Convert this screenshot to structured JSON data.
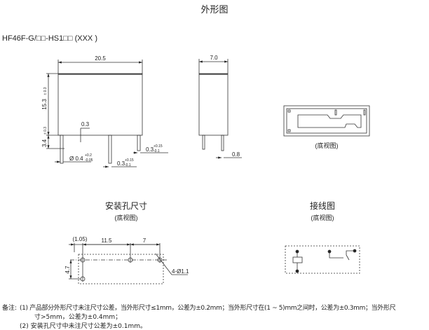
{
  "title": "外形图",
  "part_number": "HF46F-G/□□-HS1□□ (XXX )",
  "outline": {
    "width_dim": "20.5",
    "height_dim": "15.3",
    "height_tol": "± 0.3",
    "pin_length_dim": "3.4",
    "pin_length_tol": "± 0.3",
    "standoff_dim": "0.3",
    "pin_dia": "Ø 0.4",
    "pin_dia_tol_up": "+0.2",
    "pin_dia_tol_dn": "-0.05",
    "pin_thk_mid": "0.3",
    "pin_thk_right": "0.3",
    "pin_thk_tol_up": "+0.15",
    "pin_thk_tol_dn": "-0.1",
    "side_width_dim": "7.0",
    "side_pin_dim": "0.8",
    "bottom_view_label": "(底视图)"
  },
  "mounting": {
    "title": "安装孔尺寸",
    "subtitle": "(底视图)",
    "offset_dim": "(1.05)",
    "pitch1": "11.5",
    "pitch2": "7",
    "row_pitch": "4.7",
    "hole_spec": "4-Ø1.1"
  },
  "wiring": {
    "title": "接线图",
    "subtitle": "(底视图)"
  },
  "notes": {
    "label": "备注:",
    "line1": "(1)  产品部分外形尺寸未注尺寸公差，当外形尺寸≤1mm，公差为±0.2mm；当外形尺寸在(1 ~ 5)mm之间时，公差为±0.3mm；当外形尺",
    "line1b": "寸>5mm，公差为±0.4mm；",
    "line2": "(2)  安装孔尺寸中未注尺寸公差为±0.1mm。"
  }
}
